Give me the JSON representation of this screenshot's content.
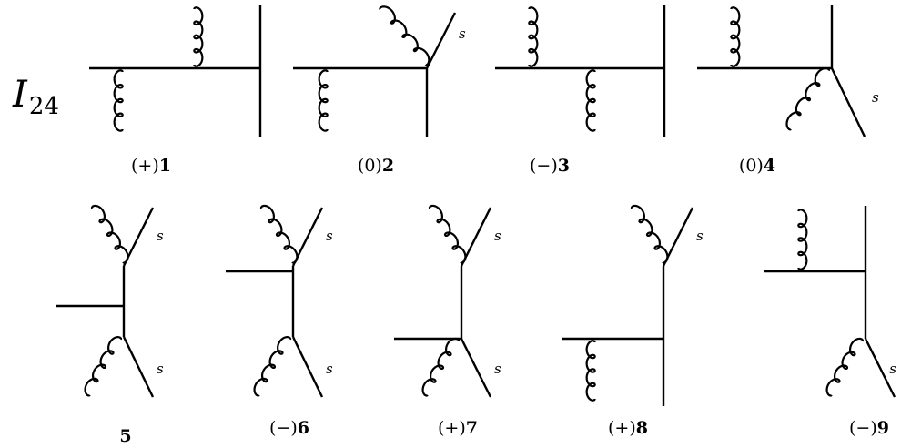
{
  "title": {
    "letter": "I",
    "subscript": "24"
  },
  "spin_label": "s",
  "diagrams": [
    {
      "id": 1,
      "prefix": "(+)",
      "number": "1"
    },
    {
      "id": 2,
      "prefix": "(0)",
      "number": "2"
    },
    {
      "id": 3,
      "prefix": "(−)",
      "number": "3"
    },
    {
      "id": 4,
      "prefix": "(0)",
      "number": "4"
    },
    {
      "id": 5,
      "prefix": "",
      "number": "5"
    },
    {
      "id": 6,
      "prefix": "(−)",
      "number": "6"
    },
    {
      "id": 7,
      "prefix": "(+)",
      "number": "7"
    },
    {
      "id": 8,
      "prefix": "(+)",
      "number": "8"
    },
    {
      "id": 9,
      "prefix": "(−)",
      "number": "9"
    }
  ]
}
